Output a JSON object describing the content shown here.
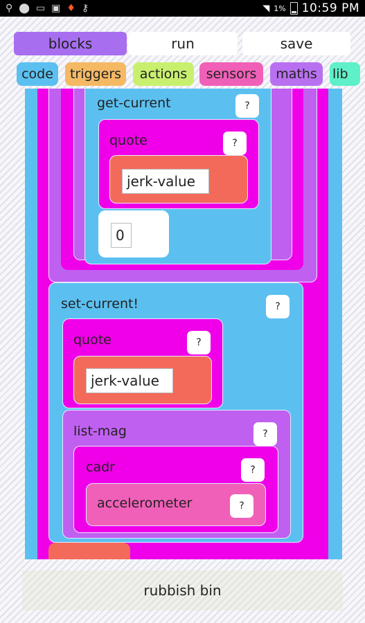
{
  "status_bar": {
    "icons": [
      "usb-icon",
      "location-icon",
      "cast-icon",
      "image-icon",
      "flame-icon",
      "key-icon"
    ],
    "battery": "1%",
    "time": "10:59 PM"
  },
  "tabs": [
    {
      "label": "blocks",
      "active": true
    },
    {
      "label": "run",
      "active": false
    },
    {
      "label": "save",
      "active": false
    }
  ],
  "palette": [
    {
      "label": "code",
      "color": "#5bc0f0"
    },
    {
      "label": "triggers",
      "color": "#f5b964"
    },
    {
      "label": "actions",
      "color": "#c8f06e"
    },
    {
      "label": "sensors",
      "color": "#f060b8"
    },
    {
      "label": "maths",
      "color": "#b870f0"
    },
    {
      "label": "lib",
      "color": "#5ef0c8"
    }
  ],
  "blocks": {
    "get_current": {
      "label": "get-current",
      "help": "?"
    },
    "quote_1": {
      "label": "quote",
      "help": "?",
      "value": "jerk-value"
    },
    "number_value": "0",
    "set_current": {
      "label": "set-current!",
      "help": "?"
    },
    "quote_2": {
      "label": "quote",
      "help": "?",
      "value": "jerk-value"
    },
    "list_mag": {
      "label": "list-mag",
      "help": "?"
    },
    "cadr": {
      "label": "cadr",
      "help": "?"
    },
    "accelerometer": {
      "label": "accelerometer",
      "help": "?"
    }
  },
  "colors": {
    "code": "#5bc0f0",
    "sensors": "#f000e8",
    "maths": "#c060f0",
    "quote_value": "#f46a5a",
    "tab_active": "#a86ef0"
  },
  "bin": {
    "label": "rubbish bin"
  }
}
